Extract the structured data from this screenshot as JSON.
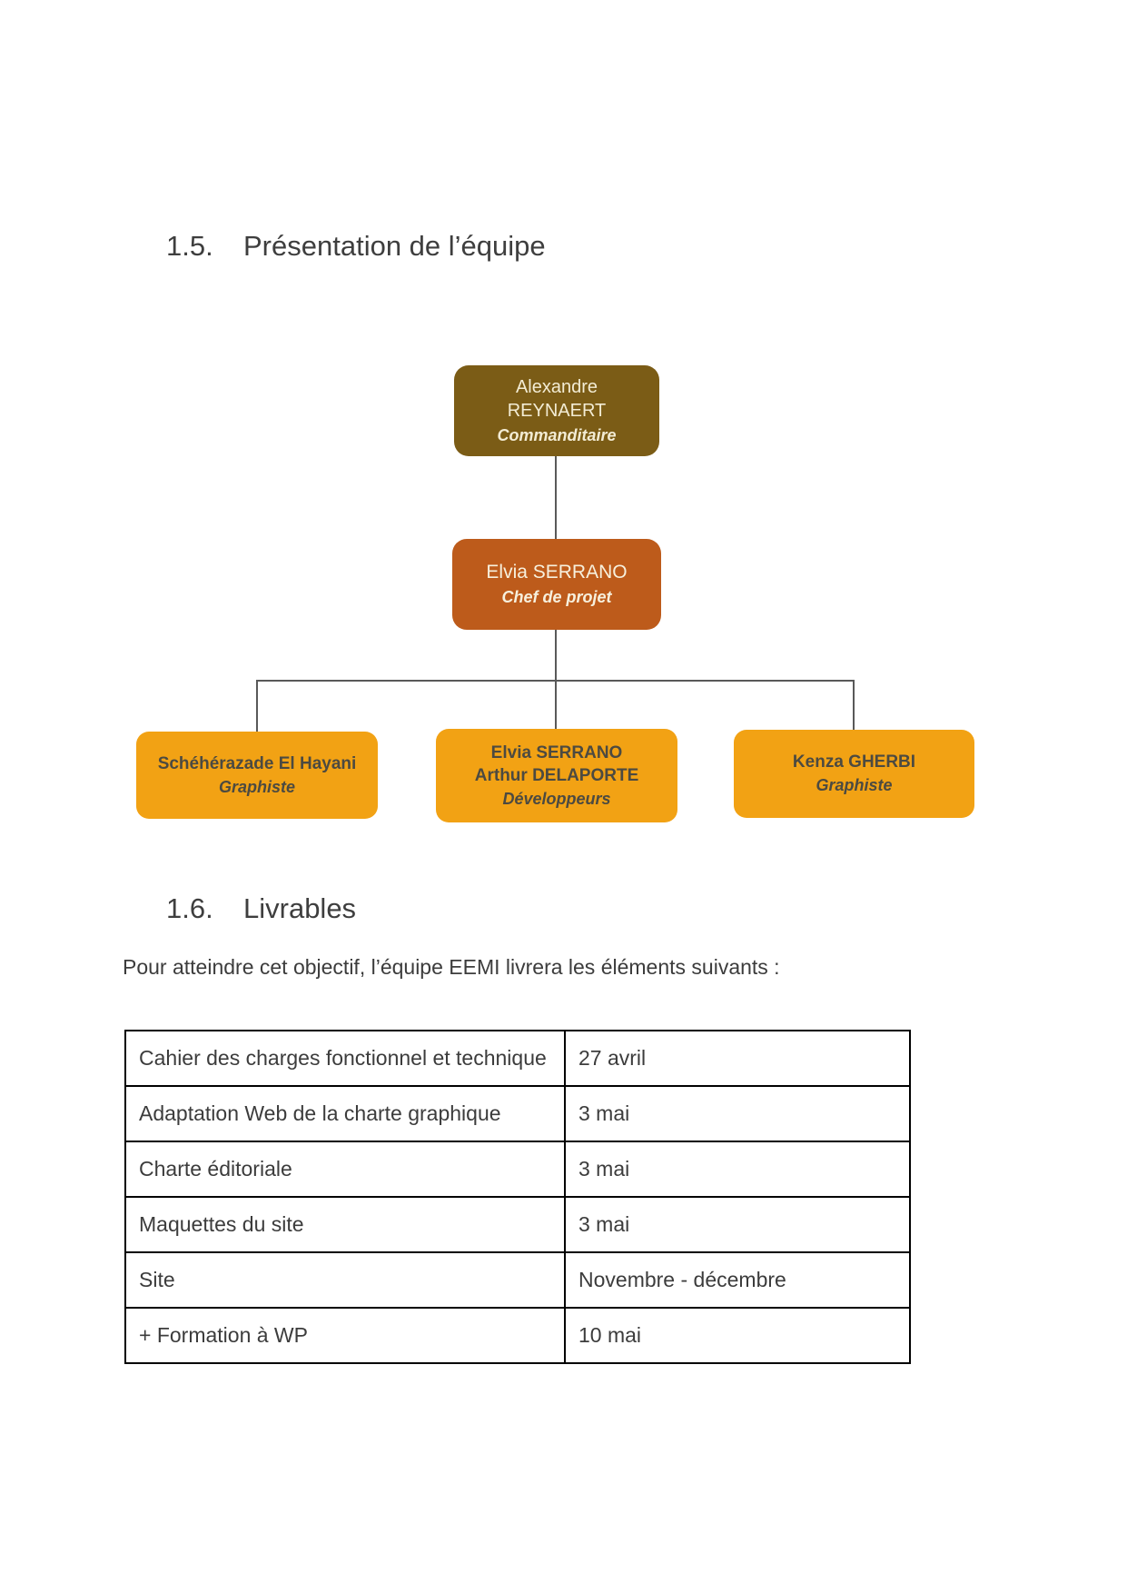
{
  "document": {
    "sections": {
      "s15": {
        "number": "1.5.",
        "title": "Présentation de l’équipe"
      },
      "s16": {
        "number": "1.6.",
        "title": "Livrables"
      }
    },
    "intro_paragraph": "Pour atteindre cet objectif, l’équipe EEMI livrera les éléments suivants :"
  },
  "org_chart": {
    "nodes": {
      "root": {
        "name": "Alexandre\nREYNAERT",
        "role": "Commanditaire",
        "bg_color": "#7B5C16",
        "text_color": "#F3ECD4"
      },
      "manager": {
        "name": "Elvia SERRANO",
        "role": "Chef de projet",
        "bg_color": "#BD5B1B",
        "text_color": "#F7F0DD"
      }
    },
    "members": [
      {
        "name": "Schéhérazade El Hayani",
        "role": "Graphiste"
      },
      {
        "name": "Elvia SERRANO\nArthur DELAPORTE",
        "role": "Développeurs"
      },
      {
        "name": "Kenza GHERBI",
        "role": "Graphiste"
      }
    ],
    "member_style": {
      "bg_color": "#F2A214",
      "text_color": "#4C4A41"
    },
    "connector_color": "#595959"
  },
  "deliverables": {
    "rows": [
      {
        "item": "Cahier des charges fonctionnel et technique",
        "date": "27 avril"
      },
      {
        "item": "Adaptation Web de la charte graphique",
        "date": "3 mai"
      },
      {
        "item": "Charte éditoriale",
        "date": "3 mai"
      },
      {
        "item": "Maquettes du site",
        "date": "3 mai"
      },
      {
        "item": "Site",
        "date": "Novembre - décembre"
      },
      {
        "item": "+ Formation à WP",
        "date": "10 mai"
      }
    ]
  }
}
